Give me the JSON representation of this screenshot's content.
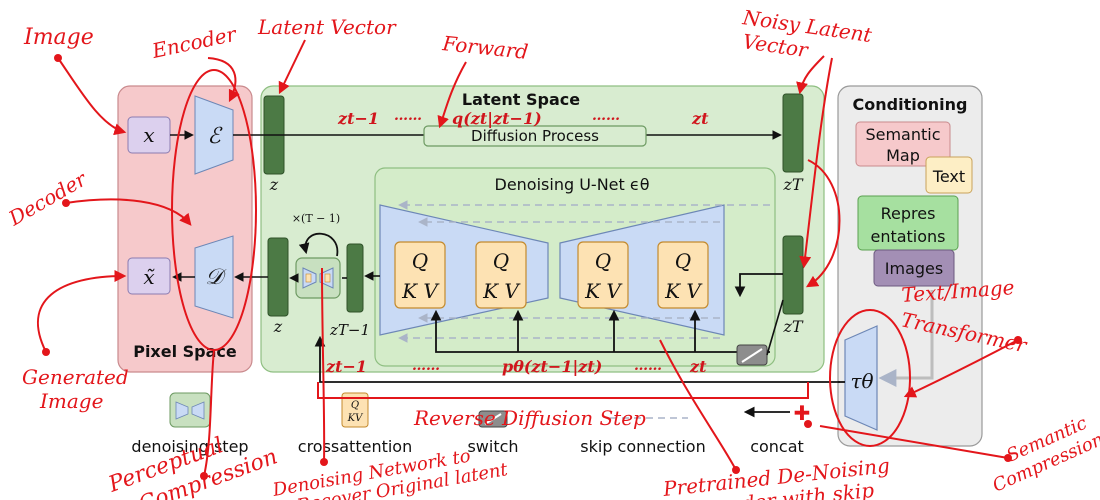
{
  "colors": {
    "annotation": "#e3161b",
    "pixel_bg": "#f6c9cb",
    "latent_bg": "#d8ecd0",
    "conditioning_bg": "#ececec",
    "tensor_dark": "#4c7a45",
    "unet_blue": "#c9daf5",
    "qkv_orange": "#fde2b3",
    "mauve": "#dcd0ee"
  },
  "panels": {
    "pixel_space": "Pixel Space",
    "latent_space": "Latent Space",
    "conditioning": "Conditioning",
    "unet_title": "Denoising U-Net ϵθ"
  },
  "nodes": {
    "x": "x",
    "x_tilde": "x̃",
    "encoder": "ℰ",
    "decoder": "𝒟",
    "z_top": "z",
    "z_bottom": "z",
    "z_T_top": "zT",
    "z_T_bottom": "zT",
    "z_T_minus_1": "zT−1",
    "loop_label": "×(T − 1)",
    "tau": "τθ",
    "diffusion_process": "Diffusion Process",
    "qkv_q": "Q",
    "qkv_kv": "K V"
  },
  "conditioning_items": {
    "semantic_map": [
      "Semantic",
      "Map"
    ],
    "text": "Text",
    "representations": [
      "Repres",
      "entations"
    ],
    "images": "Images"
  },
  "math": {
    "z_t_minus_1_top": "zt−1",
    "dots_top_1": "……",
    "q_expr": "q(zt|zt−1)",
    "dots_top_2": "……",
    "z_t_top": "zt",
    "z_t_minus_1_bottom": "zt−1",
    "dots_bottom_1": "……",
    "p_expr": "pθ(zt−1|zt)",
    "dots_bottom_2": "……",
    "z_t_bottom": "zt"
  },
  "legend": {
    "denoising_step": "denoising step",
    "crossattention": "crossattention",
    "switch": "switch",
    "skip_connection": "skip connection",
    "concat": "concat",
    "qkv_q": "Q",
    "qkv_kv": "KV"
  },
  "annotations": {
    "image": "Image",
    "encoder": "Encoder",
    "latent_vector": "Latent Vector",
    "forward": "Forward",
    "noisy_latent": [
      "Noisy Latent",
      "Vector"
    ],
    "decoder": "Decoder",
    "generated_image": [
      "Generated",
      "Image"
    ],
    "text_image_transformer": [
      "Text/Image",
      "Transformer"
    ],
    "reverse_diffusion_step": "Reverse Diffusion Step",
    "perceptual_compression": [
      "Perceptual",
      "Compression"
    ],
    "denoising_network": [
      "Denoising Network to",
      "Recover Original latent"
    ],
    "pretrained_denoising": [
      "Pretrained De-Noising",
      "Encoder with skip"
    ],
    "semantic_compression": [
      "Semantic",
      "Compression"
    ]
  }
}
